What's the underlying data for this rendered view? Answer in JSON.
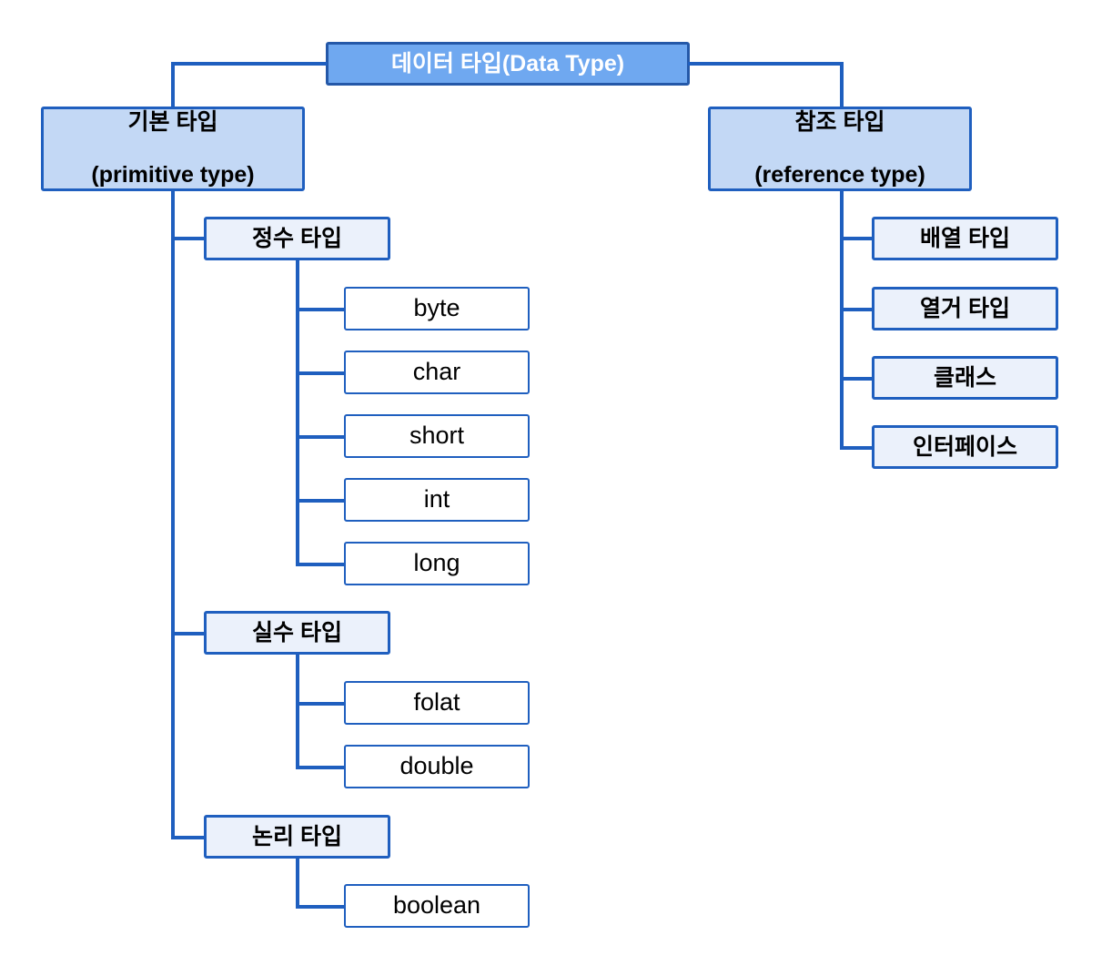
{
  "diagram": {
    "title": "데이터 타입(Data Type)",
    "colors": {
      "root_fill": "#6FA8F0",
      "root_border": "#2458A8",
      "root_text": "#FFFFFF",
      "level2_fill": "#C3D8F5",
      "level3_fill": "#EBF1FB",
      "leaf_fill": "#FFFFFF",
      "line": "#1F5FBF",
      "text": "#000000",
      "background": "#FFFFFF"
    },
    "root": {
      "label": "데이터 타입(Data Type)"
    },
    "primitive": {
      "label_line1": "기본 타입",
      "label_line2": "(primitive type)",
      "groups": [
        {
          "label": "정수 타입",
          "children": [
            {
              "label": "byte"
            },
            {
              "label": "char"
            },
            {
              "label": "short"
            },
            {
              "label": "int"
            },
            {
              "label": "long"
            }
          ]
        },
        {
          "label": "실수 타입",
          "children": [
            {
              "label": "folat"
            },
            {
              "label": "double"
            }
          ]
        },
        {
          "label": "논리 타입",
          "children": [
            {
              "label": "boolean"
            }
          ]
        }
      ]
    },
    "reference": {
      "label_line1": "참조 타입",
      "label_line2": "(reference type)",
      "children": [
        {
          "label": "배열 타입"
        },
        {
          "label": "열거 타입"
        },
        {
          "label": "클래스"
        },
        {
          "label": "인터페이스"
        }
      ]
    }
  }
}
